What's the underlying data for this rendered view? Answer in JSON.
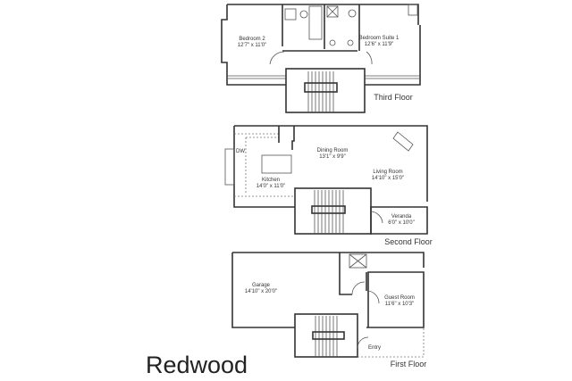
{
  "title": "Redwood",
  "floors": {
    "third": {
      "label": "Third Floor",
      "rooms": [
        {
          "name": "Bedroom 2",
          "size": "12'7\" x 11'0\""
        },
        {
          "name": "Bedroom Suite 1",
          "size": "12'6\" x 11'9\""
        }
      ]
    },
    "second": {
      "label": "Second Floor",
      "rooms": [
        {
          "name": "Dining Room",
          "size": "13'1\" x 9'9\""
        },
        {
          "name": "Living Room",
          "size": "14'10\" x 15'0\""
        },
        {
          "name": "Kitchen",
          "size": "14'0\" x 11'0\""
        },
        {
          "name": "Veranda",
          "size": "6'0\" x 10'0\""
        }
      ],
      "appliance": "DW"
    },
    "first": {
      "label": "First Floor",
      "rooms": [
        {
          "name": "Garage",
          "size": "14'10\" x 20'0\""
        },
        {
          "name": "Guest Room",
          "size": "11'6\" x 10'3\""
        },
        {
          "name": "Entry",
          "size": ""
        }
      ]
    }
  }
}
